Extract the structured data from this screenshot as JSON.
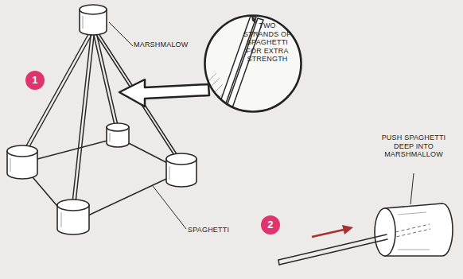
{
  "diagram": {
    "nodes": [
      {
        "text": [
          "TWO STRANDS OF SPAGHETTI FOR EXTRA STRENGTH"
        ]
      },
      {
        "text": [
          "1"
        ]
      },
      {
        "text": [
          "2"
        ]
      }
    ],
    "labels": [
      "MARSHMALOW",
      "SPAGHETTI",
      "PUSH SPAGHETTI DEEP INTO MARSHMALLOW"
    ]
  }
}
